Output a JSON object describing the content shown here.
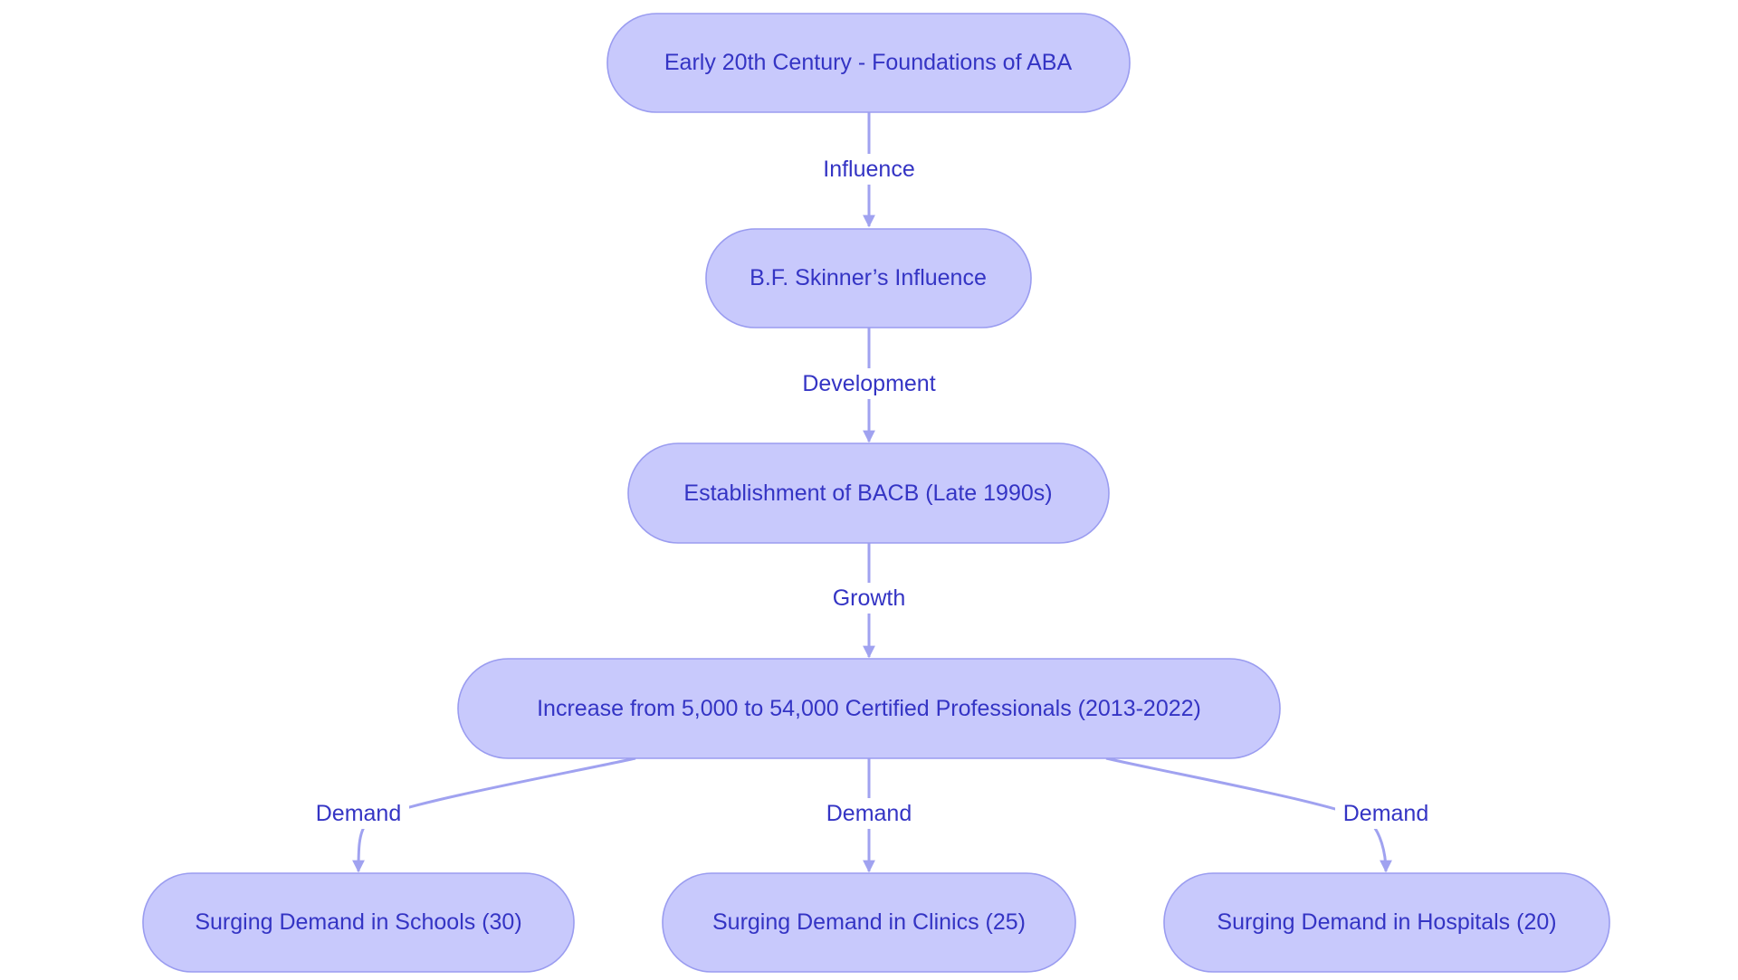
{
  "colors": {
    "node_fill": "#c8c9fc",
    "node_stroke": "#9a9cf0",
    "edge": "#a0a2f0",
    "text": "#3434c4",
    "background": "#ffffff"
  },
  "nodes": [
    {
      "id": "foundations",
      "label": "Early 20th Century - Foundations of ABA"
    },
    {
      "id": "skinner",
      "label": "B.F. Skinner’s Influence"
    },
    {
      "id": "bacb",
      "label": "Establishment of BACB (Late 1990s)"
    },
    {
      "id": "increase",
      "label": "Increase from 5,000 to 54,000 Certified Professionals (2013-2022)"
    },
    {
      "id": "schools",
      "label": "Surging Demand in Schools (30)"
    },
    {
      "id": "clinics",
      "label": "Surging Demand in Clinics (25)"
    },
    {
      "id": "hospitals",
      "label": "Surging Demand in Hospitals (20)"
    }
  ],
  "edges": [
    {
      "from": "foundations",
      "to": "skinner",
      "label": "Influence"
    },
    {
      "from": "skinner",
      "to": "bacb",
      "label": "Development"
    },
    {
      "from": "bacb",
      "to": "increase",
      "label": "Growth"
    },
    {
      "from": "increase",
      "to": "schools",
      "label": "Demand"
    },
    {
      "from": "increase",
      "to": "clinics",
      "label": "Demand"
    },
    {
      "from": "increase",
      "to": "hospitals",
      "label": "Demand"
    }
  ]
}
